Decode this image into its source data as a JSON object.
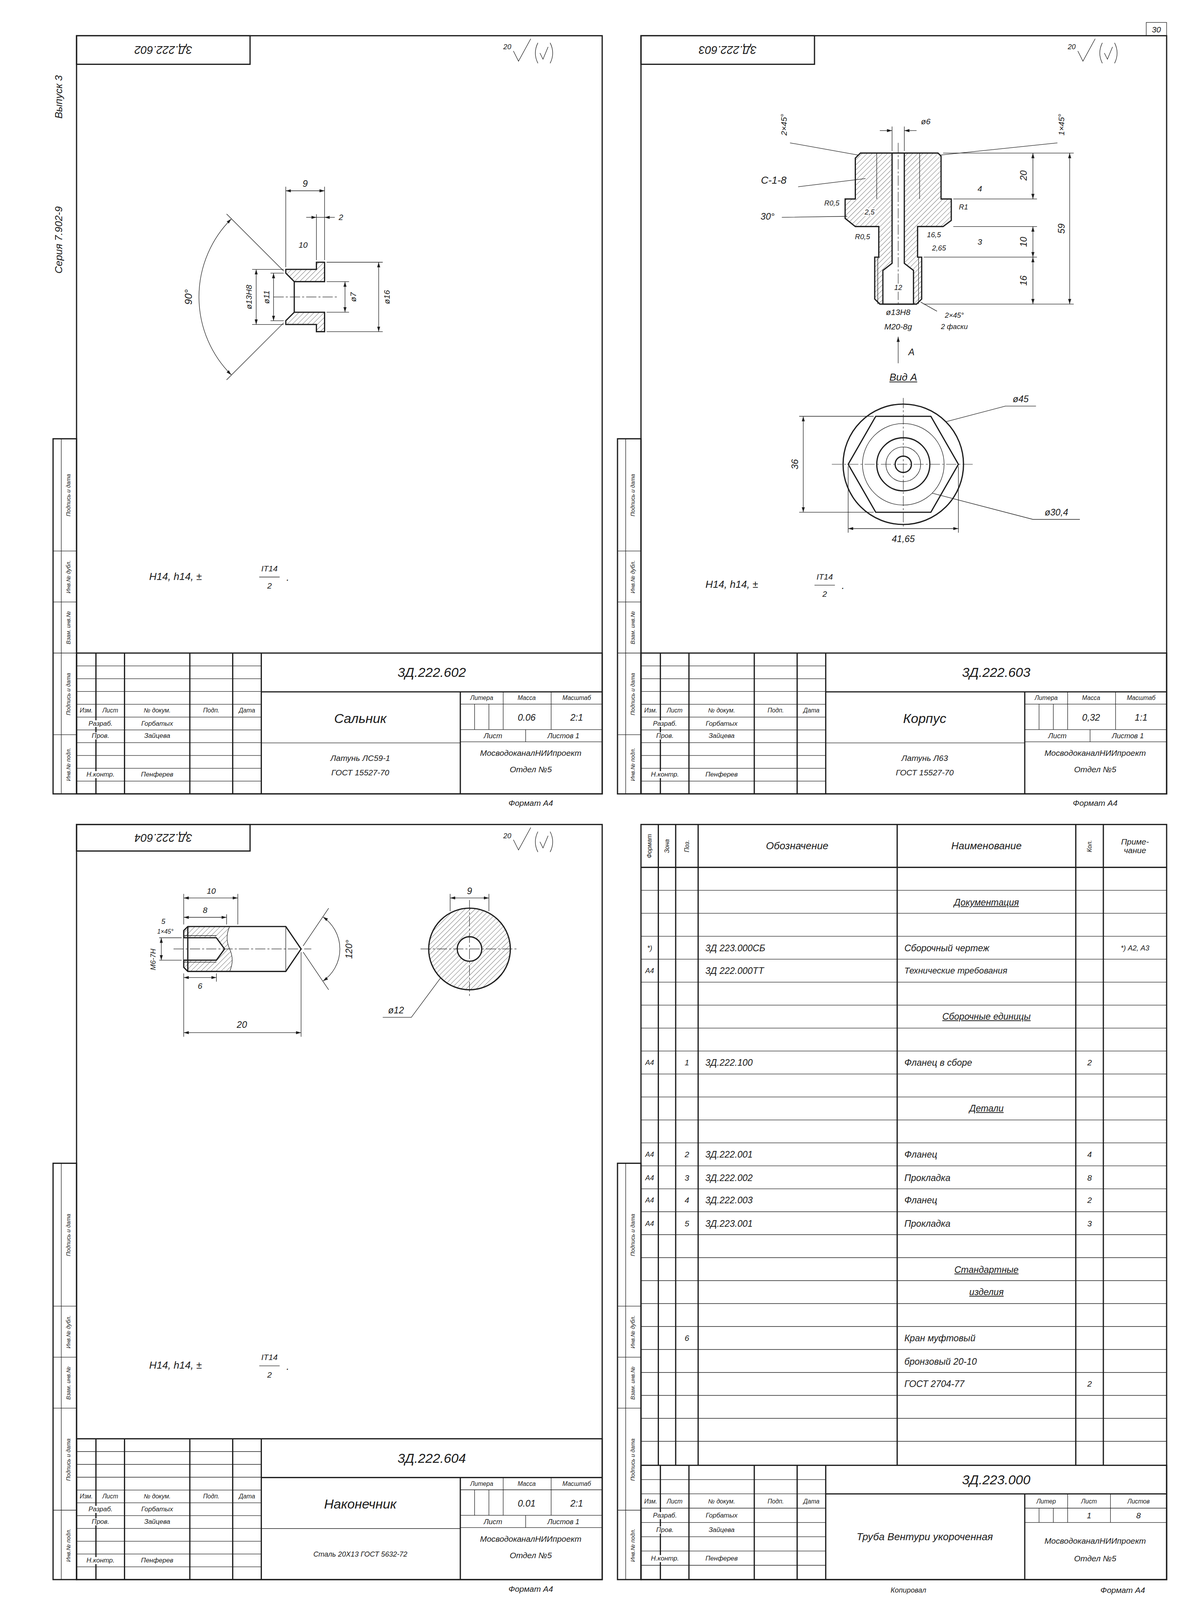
{
  "diagram": {
    "labels": [
      "3Д.222.602",
      "20",
      "Серия 7.902-9",
      "Выпуск 3",
      "9",
      "2",
      "10",
      "90°",
      "ø13H8",
      "ø11",
      "ø7",
      "ø16",
      "H14, h14, ±",
      "IT14",
      "2",
      ".",
      "3Д.222.602",
      "Сальник",
      "Латунь ЛС59-1",
      "ГОСТ 15527-70",
      "Литера",
      "Масса",
      "Масштаб",
      "0.06",
      "2:1",
      "Лист",
      "Листов 1",
      "МосводоканалНИИпроект",
      "Отдел №5",
      "Формат А4",
      "Изм.",
      "Лист",
      "№ докум.",
      "Подп.",
      "Дата",
      "Разраб.",
      "Горбатых",
      "Пров.",
      "Зайцева",
      "Н.контр.",
      "Пенферев",
      "Инв.№ подл.",
      "Подпись и дата",
      "Взам. инв.№",
      "Инв.№ дубл.",
      "Подпись и дата",
      "30",
      "3Д.222.603",
      "20",
      "2×45°",
      "ø6",
      "1×45°",
      "С-1-8",
      "30°",
      "R0,5",
      "R1",
      "2,5",
      "16,5",
      "R0,5",
      "2,65",
      "12",
      "ø13H8",
      "М20-8g",
      "4",
      "3",
      "20",
      "10",
      "16",
      "59",
      "2×45°",
      "2 фаски",
      "А",
      "Вид А",
      "ø45",
      "36",
      "ø30,4",
      "41,65",
      "H14, h14, ±",
      "IT14",
      "2",
      ".",
      "3Д.222.603",
      "Корпус",
      "Латунь Л63",
      "ГОСТ 15527-70",
      "Литера",
      "Масса",
      "Масштаб",
      "0,32",
      "1:1",
      "Лист",
      "Листов 1",
      "МосводоканалНИИпроект",
      "Отдел №5",
      "Формат А4",
      "Изм.",
      "Лист",
      "№ докум.",
      "Подп.",
      "Дата",
      "Разраб.",
      "Горбатых",
      "Пров.",
      "Зайцева",
      "Н.контр.",
      "Пенферев",
      "Инв.№ подл.",
      "Подпись и дата",
      "Взам. инв.№",
      "Инв.№ дубл.",
      "Подпись и дата",
      "3Д.222.604",
      "20",
      "10",
      "8",
      "5",
      "1×45°",
      "М6-7Н",
      "6",
      "20",
      "120°",
      "9",
      "ø12",
      "H14, h14, ±",
      "IT14",
      "2",
      ".",
      "3Д.222.604",
      "Наконечник",
      "Сталь 20Х13 ГОСТ 5632-72",
      "Литера",
      "Масса",
      "Масштаб",
      "0.01",
      "2:1",
      "Лист",
      "Листов 1",
      "МосводоканалНИИпроект",
      "Отдел №5",
      "Формат А4",
      "Изм.",
      "Лист",
      "№ докум.",
      "Подп.",
      "Дата",
      "Разраб.",
      "Горбатых",
      "Пров.",
      "Зайцева",
      "Н.контр.",
      "Пенферев",
      "Инв.№ подл.",
      "Подпись и дата",
      "Взам. инв.№",
      "Инв.№ дубл.",
      "Подпись и дата",
      "Формат",
      "Зона",
      "Поз.",
      "Обозначение",
      "Наименование",
      "Кол.",
      "Приме- чание",
      "Документация",
      "*)",
      "3Д 223.000СБ",
      "Сборочный чертеж",
      "*) А2, А3",
      "А4",
      "3Д 222.000ТТ",
      "Технические требования",
      "Сборочные единицы",
      "А4",
      "1",
      "3Д.222.100",
      "Фланец в сборе",
      "2",
      "Детали",
      "А4",
      "2",
      "3Д.222.001",
      "Фланец",
      "4",
      "А4",
      "3",
      "3Д.222.002",
      "Прокладка",
      "8",
      "А4",
      "4",
      "3Д.222.003",
      "Фланец",
      "2",
      "А4",
      "5",
      "3Д.223.001",
      "Прокладка",
      "3",
      "Стандартные",
      "изделия",
      "6",
      "Кран муфтовый",
      "бронзовый 20-10",
      "ГОСТ 2704-77",
      "2",
      "3Д.223.000",
      "Труба Вентури укороченная",
      "Литер",
      "Лист",
      "Листов",
      "1",
      "8",
      "МосводоканалНИИпроект",
      "Отдел №5",
      "Изм.",
      "Лист",
      "№ докум.",
      "Подп.",
      "Дата",
      "Разраб.",
      "Горбатых",
      "Пров.",
      "Зайцева",
      "Н.контр.",
      "Пенферев",
      "Копировал",
      "Формат А4",
      "Инв.№ подл.",
      "Подпись и дата",
      "Взам. инв.№",
      "Инв.№ дубл.",
      "Подпись и дата"
    ]
  }
}
